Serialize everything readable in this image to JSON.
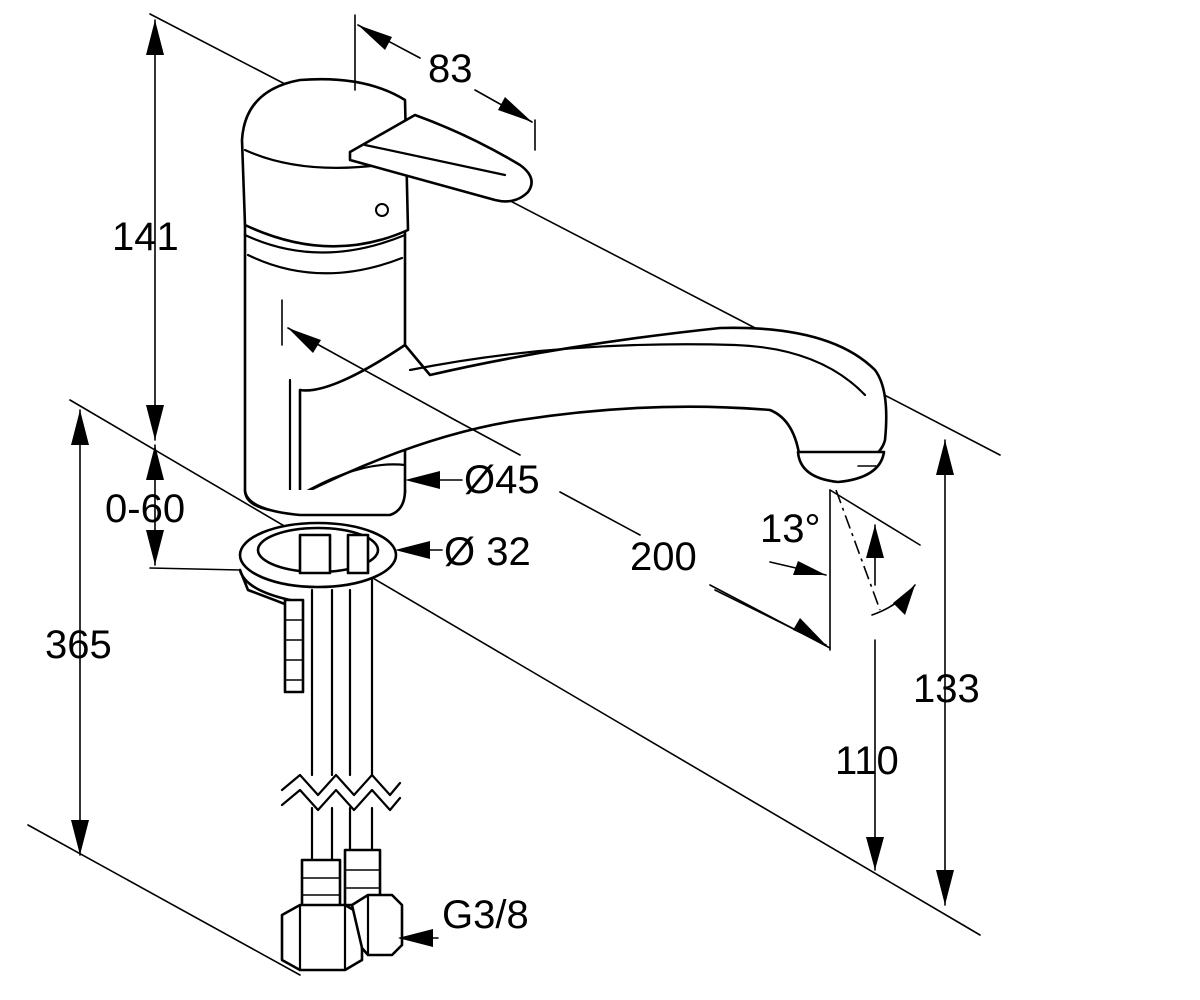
{
  "dimensions": {
    "handle_length": "83",
    "body_height": "141",
    "mount_range": "0-60",
    "total_height": "365",
    "body_diameter": "Ø45",
    "hole_diameter": "Ø 32",
    "spout_reach": "200",
    "spout_angle": "13°",
    "spout_clearance": "110",
    "spout_height": "133",
    "connection_thread": "G3/8"
  }
}
